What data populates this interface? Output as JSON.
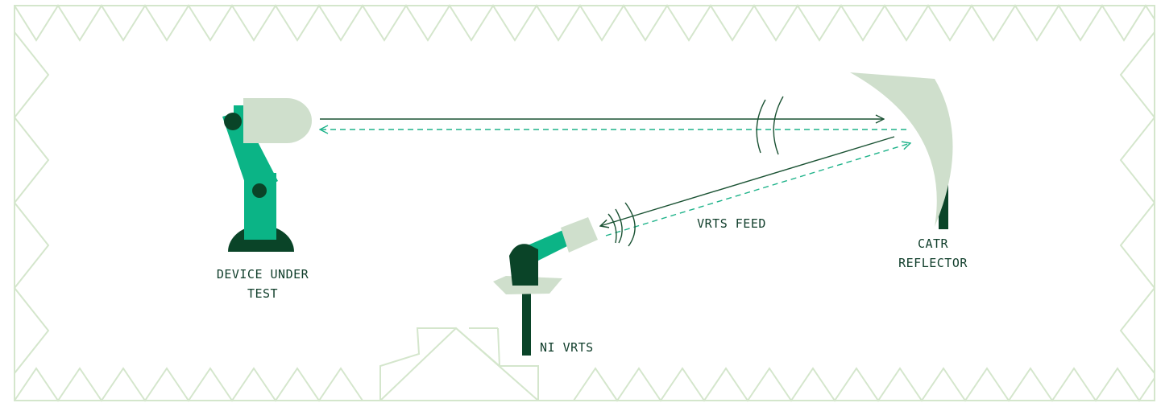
{
  "labels": {
    "dut": [
      "DEVICE UNDER",
      "TEST"
    ],
    "feed": "VRTS FEED",
    "reflector": [
      "CATR",
      "REFLECTOR"
    ],
    "vrts": "NI VRTS"
  },
  "colors": {
    "dark_green": "#0a4428",
    "bright_green": "#0bb486",
    "pale_green": "#cfdfcc",
    "border_green": "#d4e6cc",
    "line_dark": "#1a5233",
    "line_dashed": "#1fb38a"
  }
}
